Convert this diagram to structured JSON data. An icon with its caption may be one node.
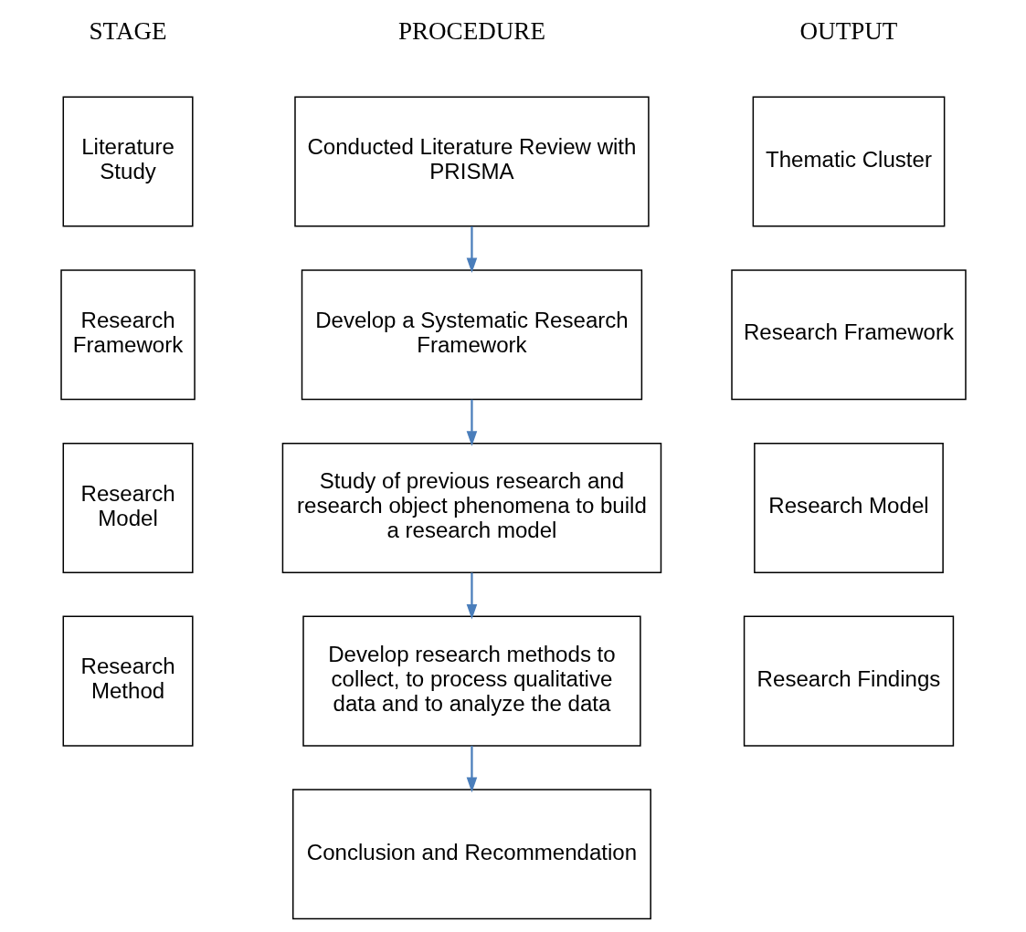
{
  "diagram": {
    "nodes": [
      {
        "text": [
          "Literature Study"
        ]
      },
      {
        "text": [
          "Conducted Literature Review with PRISMA"
        ]
      },
      {
        "text": [
          "Thematic Cluster"
        ]
      },
      {
        "text": [
          "Research Framework"
        ]
      },
      {
        "text": [
          "Develop a Systematic Research Framework"
        ]
      },
      {
        "text": [
          "Research Framework"
        ]
      },
      {
        "text": [
          "Research Model"
        ]
      },
      {
        "text": [
          "Study of previous research and research object phenomena to build a research model"
        ]
      },
      {
        "text": [
          "Research Model"
        ]
      },
      {
        "text": [
          "Research Method"
        ]
      },
      {
        "text": [
          "Develop research methods to collect, to process qualitative data and to analyze the data"
        ]
      },
      {
        "text": [
          "Research Findings"
        ]
      },
      {
        "text": [
          "Conclusion and Recommendation"
        ]
      }
    ],
    "edges": [
      {
        "from": 1,
        "to": 4,
        "arrow": "to"
      },
      {
        "from": 4,
        "to": 7,
        "arrow": "to"
      },
      {
        "from": 7,
        "to": 10,
        "arrow": "to"
      },
      {
        "from": 10,
        "to": 12,
        "arrow": "to"
      }
    ],
    "labels": [
      "STAGE",
      "PROCEDURE",
      "OUTPUT"
    ]
  }
}
